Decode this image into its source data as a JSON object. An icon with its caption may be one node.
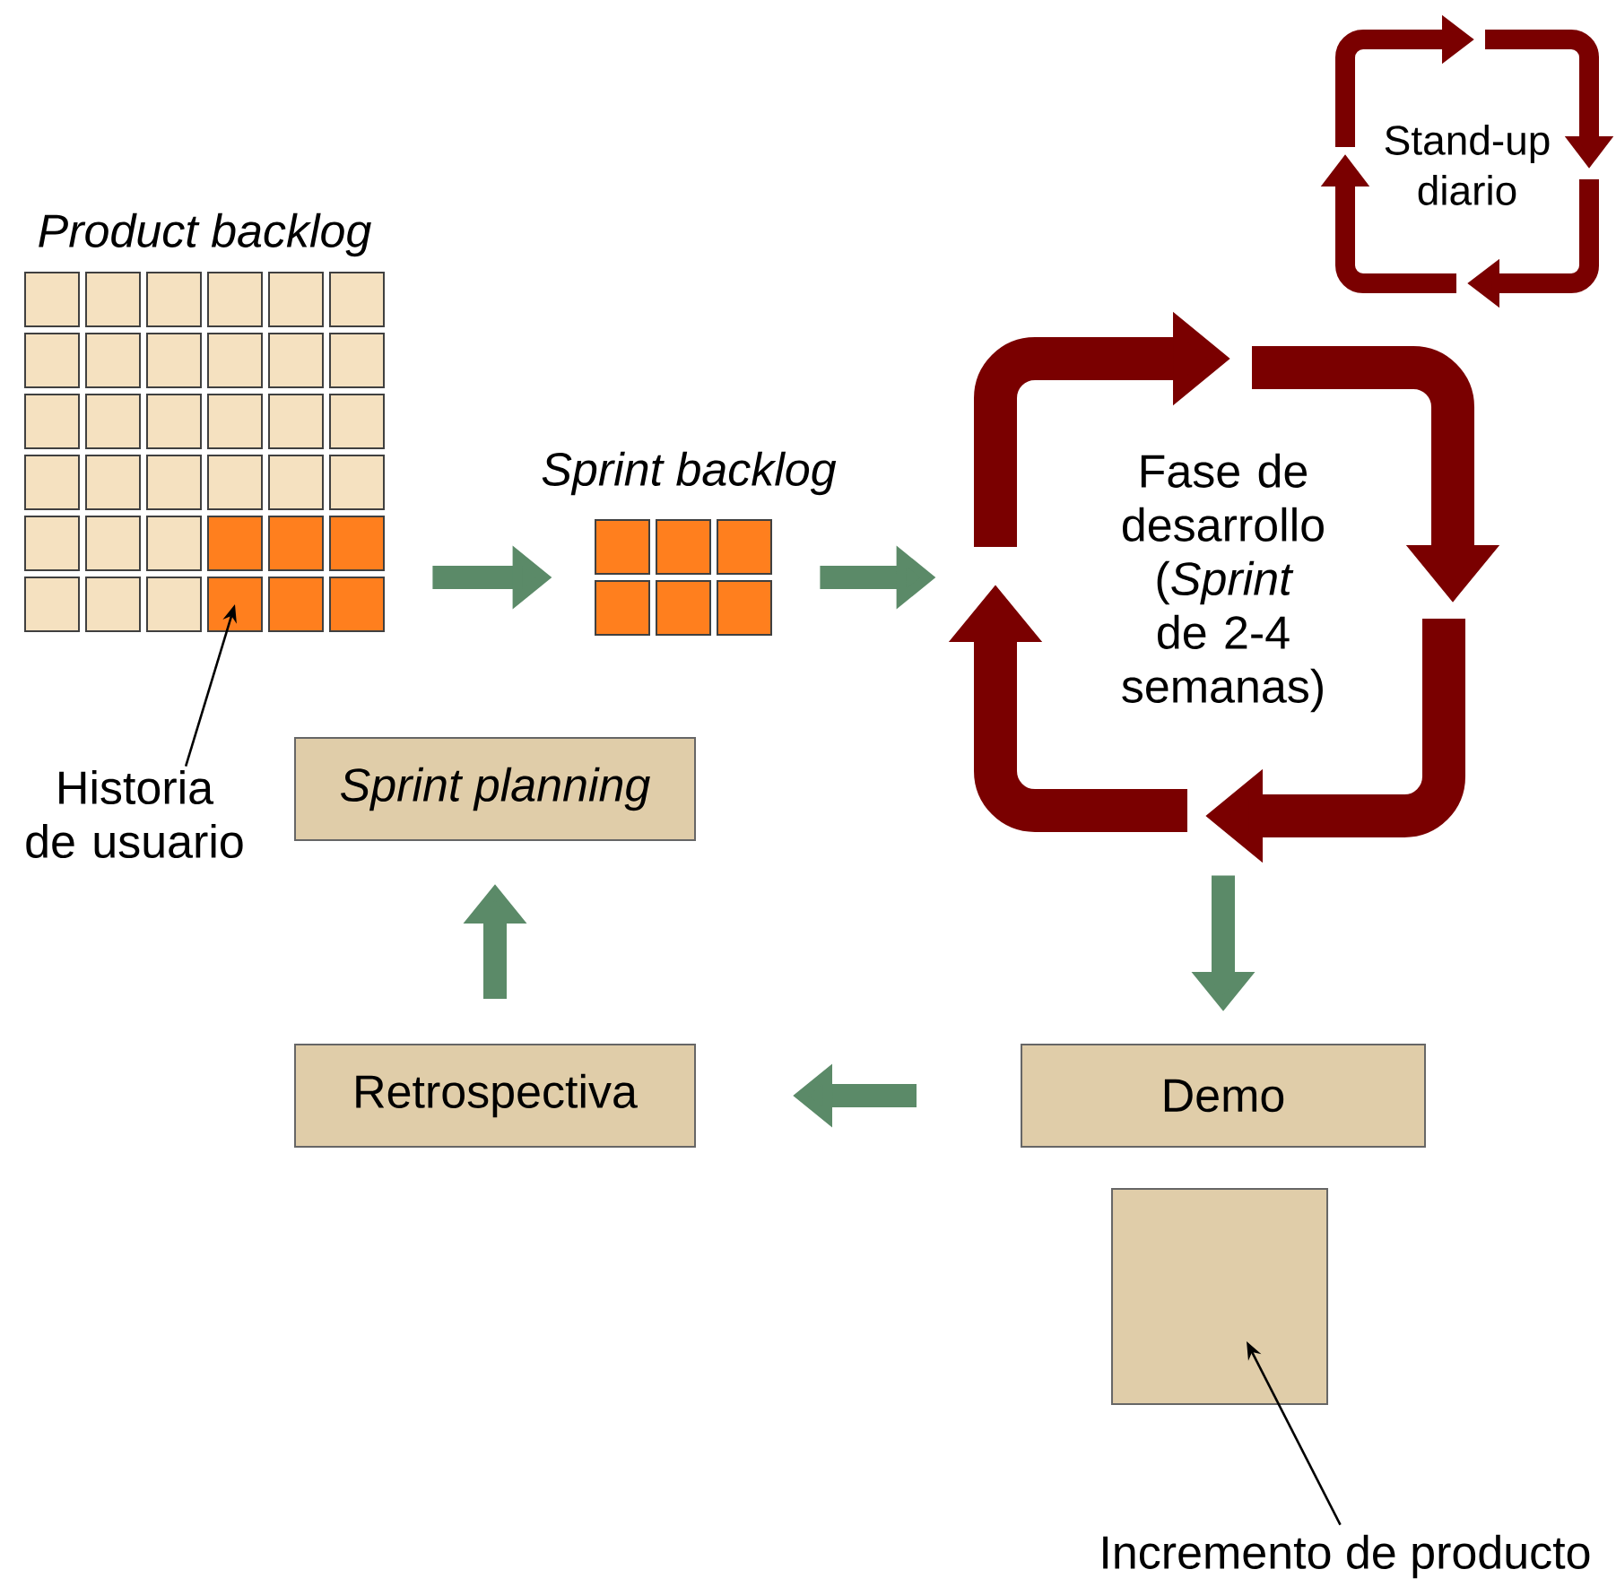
{
  "diagram": {
    "nodes": [
      {
        "text": [
          "Product backlog"
        ]
      },
      {
        "text": [],
        "shape": "box",
        "in": 0
      },
      {
        "text": [
          "Sprint backlog"
        ]
      },
      {
        "text": [
          "Fase de desarrollo (*Sprint* de 2-4 semanas)"
        ]
      },
      {
        "text": [
          "Stand-up diario"
        ]
      },
      {
        "text": [
          "Sprint planning"
        ]
      },
      {
        "text": [
          "Retrospectiva"
        ]
      },
      {
        "text": [
          "Demo"
        ]
      },
      {
        "text": [],
        "shape": "box"
      },
      {
        "text": [
          "Historia de usuario"
        ]
      },
      {
        "text": [
          "Incremento de producto"
        ]
      }
    ],
    "edges": [
      {
        "from": 0,
        "to": 2,
        "arrow": "to"
      },
      {
        "from": 2,
        "to": 3,
        "arrow": "to"
      },
      {
        "from": 3,
        "to": 7,
        "arrow": "to"
      },
      {
        "from": 7,
        "to": 6,
        "arrow": "to"
      },
      {
        "from": 6,
        "to": 5,
        "arrow": "to"
      },
      {
        "from": 9,
        "to": 1,
        "arrow": "to",
        "color": "#000000"
      },
      {
        "from": 10,
        "to": 8,
        "arrow": "to",
        "color": "#000000"
      }
    ]
  }
}
